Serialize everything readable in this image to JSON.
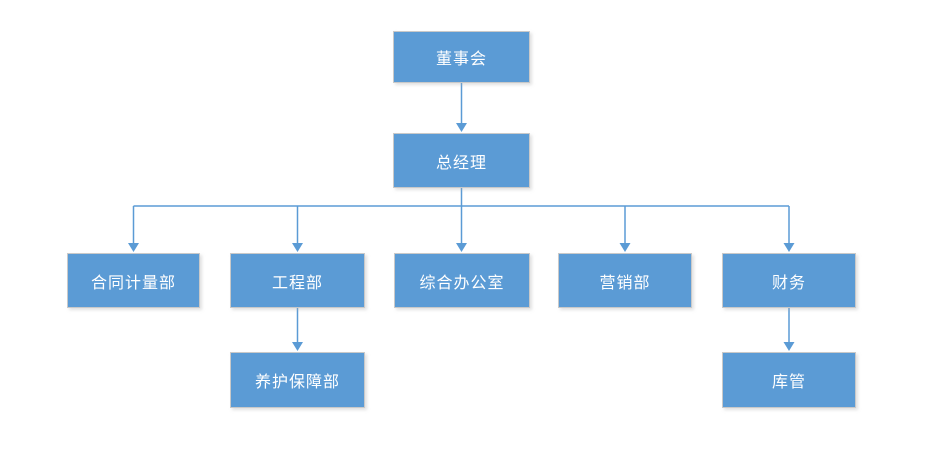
{
  "diagram": {
    "type": "org-chart",
    "colors": {
      "node_fill": "#5B9BD5",
      "node_border": "#C9C9C9",
      "node_text": "#FFFFFF",
      "connector": "#5B9BD5",
      "background": "#FFFFFF"
    },
    "nodes": {
      "board": {
        "label": "董事会"
      },
      "gm": {
        "label": "总经理"
      },
      "contract": {
        "label": "合同计量部"
      },
      "engineering": {
        "label": "工程部"
      },
      "office": {
        "label": "综合办公室"
      },
      "marketing": {
        "label": "营销部"
      },
      "finance": {
        "label": "财务"
      },
      "maintenance": {
        "label": "养护保障部"
      },
      "warehouse": {
        "label": "库管"
      }
    },
    "edges": [
      {
        "from": "董事会",
        "to": "总经理"
      },
      {
        "from": "总经理",
        "to": "合同计量部"
      },
      {
        "from": "总经理",
        "to": "工程部"
      },
      {
        "from": "总经理",
        "to": "综合办公室"
      },
      {
        "from": "总经理",
        "to": "营销部"
      },
      {
        "from": "总经理",
        "to": "财务"
      },
      {
        "from": "工程部",
        "to": "养护保障部"
      },
      {
        "from": "财务",
        "to": "库管"
      }
    ]
  }
}
